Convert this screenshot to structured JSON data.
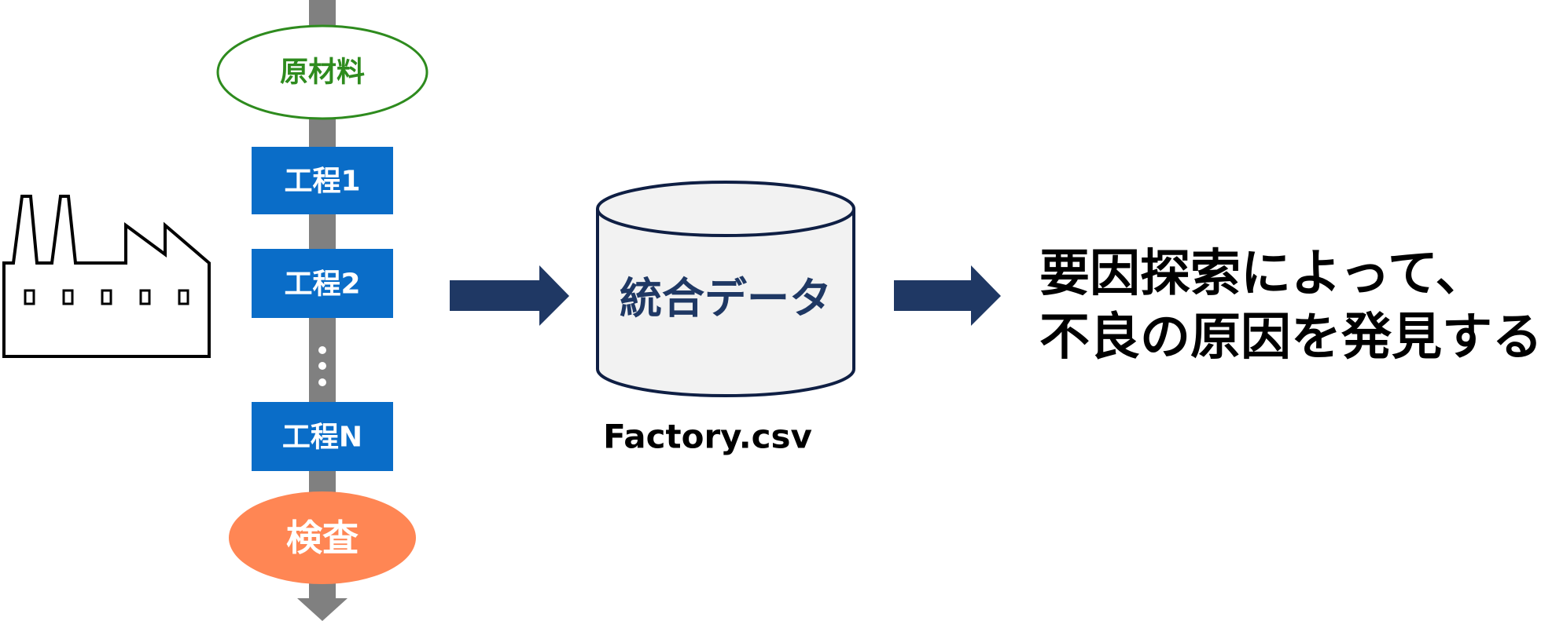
{
  "colors": {
    "pipe": "#808080",
    "step_fill": "#0A6DC8",
    "raw_material_text": "#2E8B1E",
    "raw_material_border": "#2E8B1E",
    "inspection_fill": "#FF8654",
    "arrow": "#1F3864",
    "database_border": "#0F1F44",
    "database_fill": "#F2F2F2",
    "database_text": "#1F3864",
    "factory_stroke": "#000000"
  },
  "icons": {
    "factory": "factory-icon",
    "continuation": "vertical-ellipsis-icon",
    "flow_arrow": "right-arrow-icon",
    "pipe_end": "down-arrow-icon"
  },
  "process": {
    "raw_material": "原材料",
    "steps": [
      "工程1",
      "工程2",
      "工程N"
    ],
    "inspection": "検査"
  },
  "database": {
    "label": "統合データ",
    "filename": "Factory.csv"
  },
  "goal": {
    "lines": [
      "要因探索によって、",
      "不良の原因を発見する"
    ]
  }
}
